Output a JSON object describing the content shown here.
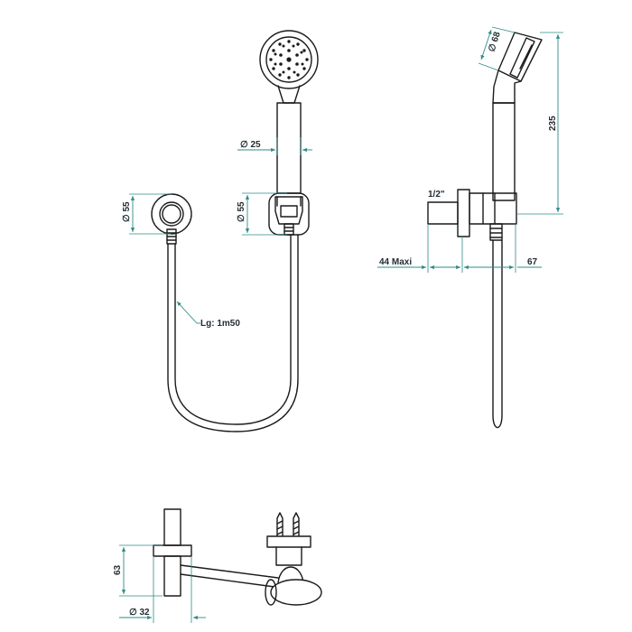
{
  "labels": {
    "dia_25": "∅ 25",
    "dia_55_left": "∅ 55",
    "dia_55_mid": "∅ 55",
    "hose_length": "Lg: 1m50",
    "dia_68": "∅ 68",
    "height_235": "235",
    "thread": "1/2\"",
    "depth_max": "44  Maxi",
    "depth_67": "67",
    "height_63": "63",
    "dia_32": "∅ 32"
  },
  "colors": {
    "dimension": "#2e8b86",
    "object": "#1a1a1a"
  }
}
